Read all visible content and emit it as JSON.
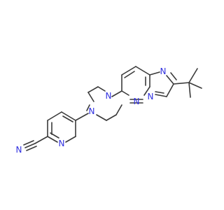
{
  "structure": {
    "atom_labels": {
      "nitrile_n": "N",
      "pyridine_n": "N",
      "piperazine_n1": "N",
      "piperazine_n2": "N",
      "imidazo_n_top": "N",
      "imidazo_n_bridge": "N",
      "pyridazine_n": "N"
    }
  },
  "colors": {
    "bond": "#3a3a3a",
    "heteroatom": "#3030e0",
    "background": "#ffffff"
  }
}
